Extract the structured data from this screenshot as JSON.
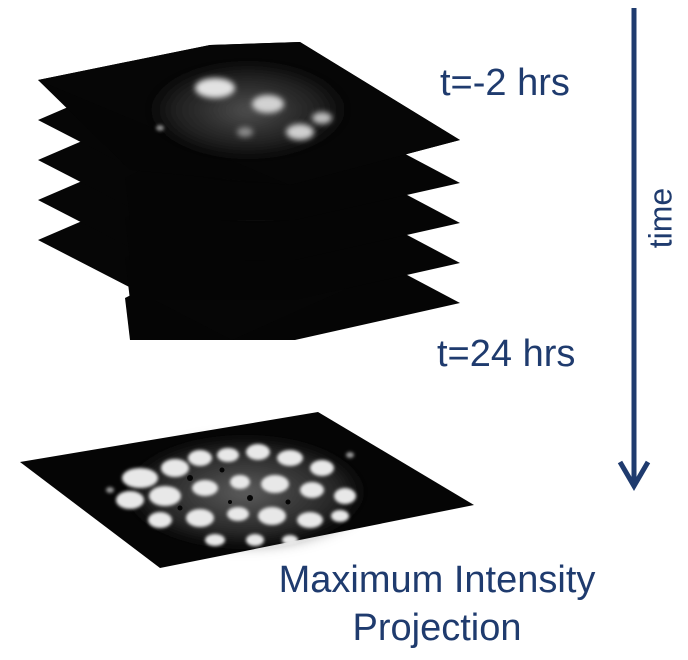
{
  "colors": {
    "text": "#1f3b6e",
    "arrow": "#1f3b6e",
    "slice_background": "#050505"
  },
  "labels": {
    "start_time": "t=-2 hrs",
    "end_time": "t=24 hrs",
    "axis": "time"
  },
  "caption": {
    "line1": "Maximum Intensity",
    "line2": "Projection"
  },
  "stack": {
    "slice_count": 5
  }
}
